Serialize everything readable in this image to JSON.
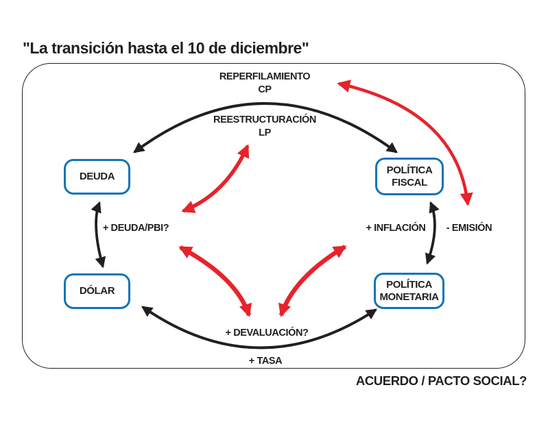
{
  "title": "\"La transición hasta el 10 de diciembre\"",
  "colors": {
    "ink": "#231f20",
    "red": "#e7232b",
    "blue": "#1173b9"
  },
  "cycle": {
    "top_outer": {
      "line1": "REPERFILAMIENTO",
      "line2": "CP"
    },
    "top_inner": {
      "line1": "REESTRUCTURACIÓN",
      "line2": "LP"
    },
    "nodes": {
      "deuda": {
        "label": "DEUDA"
      },
      "politica_fiscal": {
        "line1": "POLÍTICA",
        "line2": "FISCAL"
      },
      "dolar": {
        "label": "DÓLAR"
      },
      "politica_monetaria": {
        "line1": "POLÍTICA",
        "line2": "MONETARIA"
      }
    },
    "edges": {
      "deuda_pbi": "+ DEUDA/PBI?",
      "inflacion": "+ INFLACIÓN",
      "emision": "- EMISIÓN",
      "devaluacion": "+ DEVALUACIÓN?",
      "tasa": "+ TASA"
    }
  },
  "footer": "ACUERDO / PACTO SOCIAL?"
}
